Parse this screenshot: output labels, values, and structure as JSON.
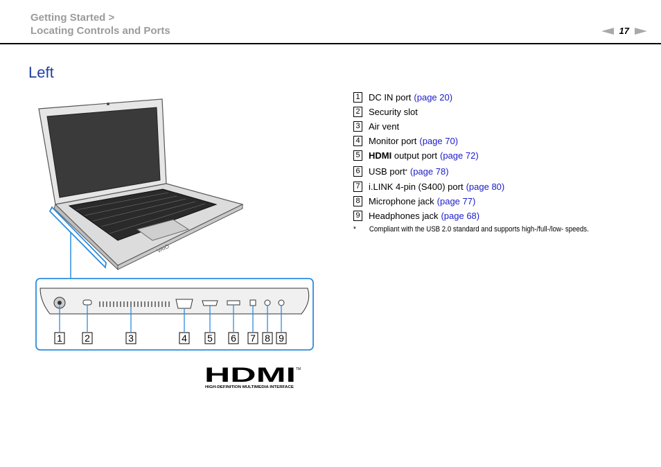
{
  "header": {
    "breadcrumb_line1": "Getting Started >",
    "breadcrumb_line2": "Locating Controls and Ports",
    "page_number": "17"
  },
  "section": {
    "title": "Left"
  },
  "items": [
    {
      "num": "1",
      "label": "DC IN port",
      "link": "(page 20)"
    },
    {
      "num": "2",
      "label": "Security slot",
      "link": ""
    },
    {
      "num": "3",
      "label": "Air vent",
      "link": ""
    },
    {
      "num": "4",
      "label": "Monitor port",
      "link": "(page 70)"
    },
    {
      "num": "5",
      "label_bold": "HDMI",
      "label": "output port",
      "link": "(page 72)"
    },
    {
      "num": "6",
      "label": "USB port",
      "sup": "*",
      "link": "(page 78)"
    },
    {
      "num": "7",
      "label": "i.LINK 4-pin (S400) port",
      "link": "(page 80)"
    },
    {
      "num": "8",
      "label": "Microphone jack",
      "link": "(page 77)"
    },
    {
      "num": "9",
      "label": "Headphones jack",
      "link": "(page 68)"
    }
  ],
  "footnote": {
    "mark": "*",
    "text": "Compliant with the USB 2.0 standard and supports high-/full-/low- speeds."
  },
  "callouts": [
    "1",
    "2",
    "3",
    "4",
    "5",
    "6",
    "7",
    "8",
    "9"
  ],
  "hdmi_logo": {
    "text": "HDMI",
    "tm": "TM",
    "tagline": "HIGH-DEFINITION MULTIMEDIA INTERFACE"
  },
  "colors": {
    "title": "#1f3fa3",
    "link": "#1a1acc",
    "breadcrumb": "#9b9b9b",
    "highlight": "#2b8ce0"
  }
}
